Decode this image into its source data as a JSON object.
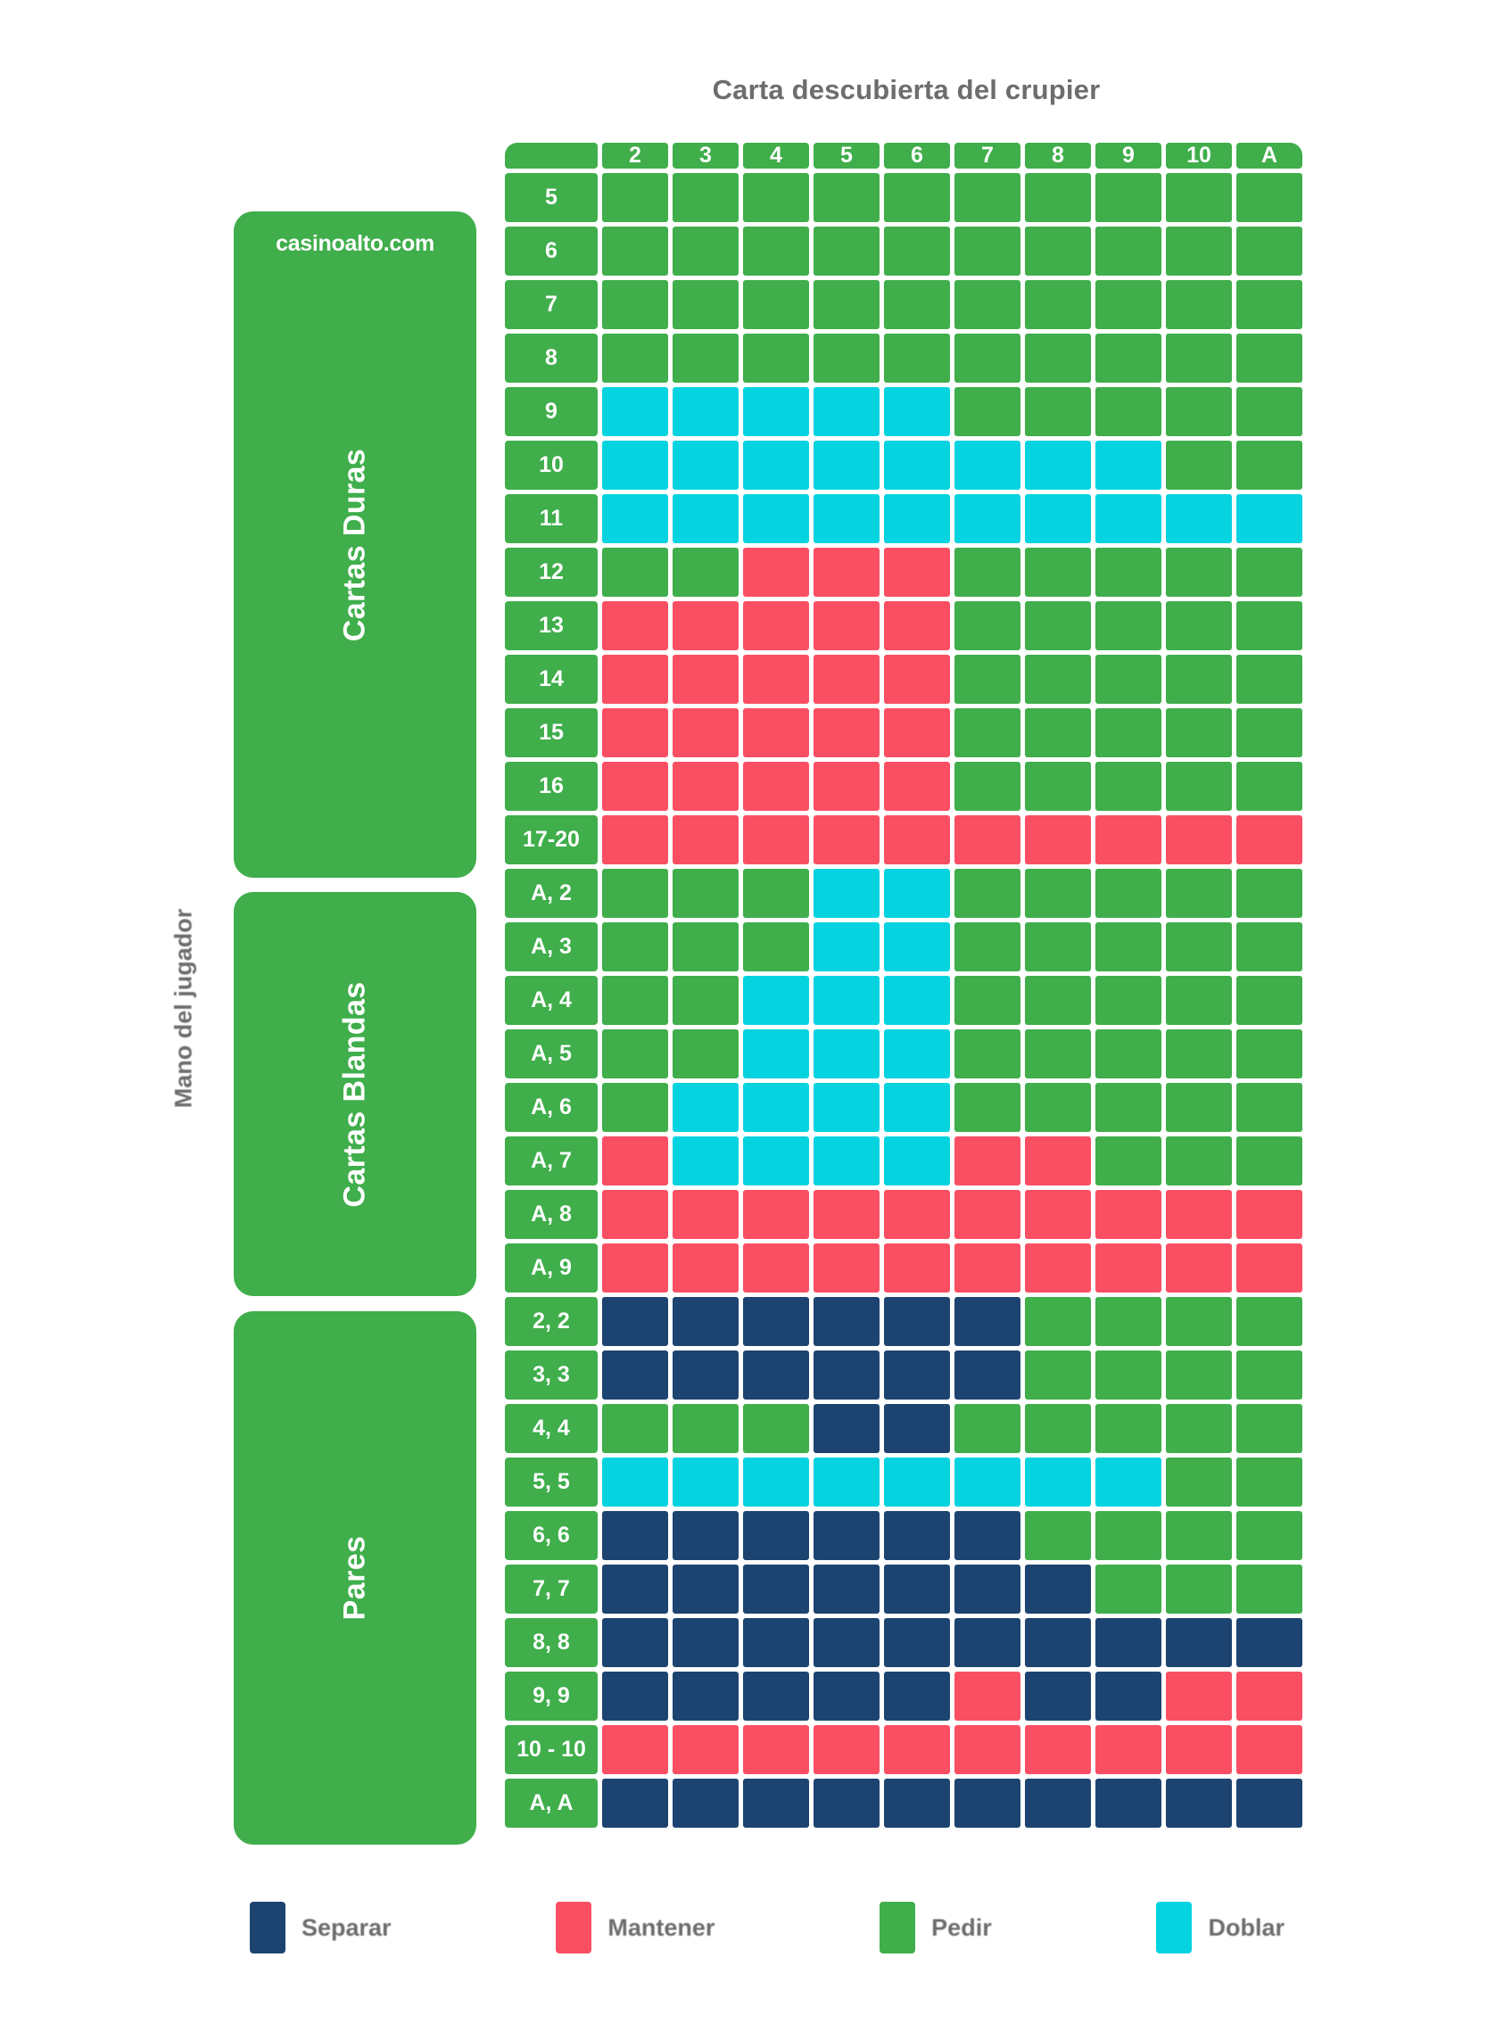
{
  "title": "Carta descubierta del crupier",
  "player_hand_axis_label": "Mano del jugador",
  "brand": "casinoalto.com",
  "colors": {
    "hit": "#3fae4b",
    "stand": "#fa4f63",
    "double": "#06d3e0",
    "split": "#1d4470",
    "panel_green": "#3fae4b",
    "text_gray": "#6d6d6d",
    "background": "#ffffff"
  },
  "categories": [
    {
      "id": "hard",
      "label": "Cartas Duras"
    },
    {
      "id": "soft",
      "label": "Cartas Blandas"
    },
    {
      "id": "pairs",
      "label": "Pares"
    }
  ],
  "dealer_upcards": [
    "2",
    "3",
    "4",
    "5",
    "6",
    "7",
    "8",
    "9",
    "10",
    "A"
  ],
  "legend": [
    {
      "key": "split",
      "label": "Separar",
      "color": "#1d4470"
    },
    {
      "key": "stand",
      "label": "Mantener",
      "color": "#fa4f63"
    },
    {
      "key": "hit",
      "label": "Pedir",
      "color": "#3fae4b"
    },
    {
      "key": "double",
      "label": "Doblar",
      "color": "#06d3e0"
    }
  ],
  "chart_data": {
    "type": "heatmap",
    "title": "Carta descubierta del crupier",
    "xlabel": "Carta descubierta del crupier",
    "ylabel": "Mano del jugador",
    "x_categories": [
      "2",
      "3",
      "4",
      "5",
      "6",
      "7",
      "8",
      "9",
      "10",
      "A"
    ],
    "value_legend": {
      "hit": "Pedir",
      "stand": "Mantener",
      "double": "Doblar",
      "split": "Separar"
    },
    "sections": [
      {
        "id": "hard",
        "label": "Cartas Duras",
        "rows": [
          {
            "label": "5",
            "values": [
              "hit",
              "hit",
              "hit",
              "hit",
              "hit",
              "hit",
              "hit",
              "hit",
              "hit",
              "hit"
            ]
          },
          {
            "label": "6",
            "values": [
              "hit",
              "hit",
              "hit",
              "hit",
              "hit",
              "hit",
              "hit",
              "hit",
              "hit",
              "hit"
            ]
          },
          {
            "label": "7",
            "values": [
              "hit",
              "hit",
              "hit",
              "hit",
              "hit",
              "hit",
              "hit",
              "hit",
              "hit",
              "hit"
            ]
          },
          {
            "label": "8",
            "values": [
              "hit",
              "hit",
              "hit",
              "hit",
              "hit",
              "hit",
              "hit",
              "hit",
              "hit",
              "hit"
            ]
          },
          {
            "label": "9",
            "values": [
              "double",
              "double",
              "double",
              "double",
              "double",
              "hit",
              "hit",
              "hit",
              "hit",
              "hit"
            ]
          },
          {
            "label": "10",
            "values": [
              "double",
              "double",
              "double",
              "double",
              "double",
              "double",
              "double",
              "double",
              "hit",
              "hit"
            ]
          },
          {
            "label": "11",
            "values": [
              "double",
              "double",
              "double",
              "double",
              "double",
              "double",
              "double",
              "double",
              "double",
              "double"
            ]
          },
          {
            "label": "12",
            "values": [
              "hit",
              "hit",
              "stand",
              "stand",
              "stand",
              "hit",
              "hit",
              "hit",
              "hit",
              "hit"
            ]
          },
          {
            "label": "13",
            "values": [
              "stand",
              "stand",
              "stand",
              "stand",
              "stand",
              "hit",
              "hit",
              "hit",
              "hit",
              "hit"
            ]
          },
          {
            "label": "14",
            "values": [
              "stand",
              "stand",
              "stand",
              "stand",
              "stand",
              "hit",
              "hit",
              "hit",
              "hit",
              "hit"
            ]
          },
          {
            "label": "15",
            "values": [
              "stand",
              "stand",
              "stand",
              "stand",
              "stand",
              "hit",
              "hit",
              "hit",
              "hit",
              "hit"
            ]
          },
          {
            "label": "16",
            "values": [
              "stand",
              "stand",
              "stand",
              "stand",
              "stand",
              "hit",
              "hit",
              "hit",
              "hit",
              "hit"
            ]
          },
          {
            "label": "17-20",
            "values": [
              "stand",
              "stand",
              "stand",
              "stand",
              "stand",
              "stand",
              "stand",
              "stand",
              "stand",
              "stand"
            ]
          }
        ]
      },
      {
        "id": "soft",
        "label": "Cartas Blandas",
        "rows": [
          {
            "label": "A, 2",
            "values": [
              "hit",
              "hit",
              "hit",
              "double",
              "double",
              "hit",
              "hit",
              "hit",
              "hit",
              "hit"
            ]
          },
          {
            "label": "A, 3",
            "values": [
              "hit",
              "hit",
              "hit",
              "double",
              "double",
              "hit",
              "hit",
              "hit",
              "hit",
              "hit"
            ]
          },
          {
            "label": "A, 4",
            "values": [
              "hit",
              "hit",
              "double",
              "double",
              "double",
              "hit",
              "hit",
              "hit",
              "hit",
              "hit"
            ]
          },
          {
            "label": "A, 5",
            "values": [
              "hit",
              "hit",
              "double",
              "double",
              "double",
              "hit",
              "hit",
              "hit",
              "hit",
              "hit"
            ]
          },
          {
            "label": "A, 6",
            "values": [
              "hit",
              "double",
              "double",
              "double",
              "double",
              "hit",
              "hit",
              "hit",
              "hit",
              "hit"
            ]
          },
          {
            "label": "A, 7",
            "values": [
              "stand",
              "double",
              "double",
              "double",
              "double",
              "stand",
              "stand",
              "hit",
              "hit",
              "hit"
            ]
          },
          {
            "label": "A, 8",
            "values": [
              "stand",
              "stand",
              "stand",
              "stand",
              "stand",
              "stand",
              "stand",
              "stand",
              "stand",
              "stand"
            ]
          },
          {
            "label": "A, 9",
            "values": [
              "stand",
              "stand",
              "stand",
              "stand",
              "stand",
              "stand",
              "stand",
              "stand",
              "stand",
              "stand"
            ]
          }
        ]
      },
      {
        "id": "pairs",
        "label": "Pares",
        "rows": [
          {
            "label": "2, 2",
            "values": [
              "split",
              "split",
              "split",
              "split",
              "split",
              "split",
              "hit",
              "hit",
              "hit",
              "hit"
            ]
          },
          {
            "label": "3, 3",
            "values": [
              "split",
              "split",
              "split",
              "split",
              "split",
              "split",
              "hit",
              "hit",
              "hit",
              "hit"
            ]
          },
          {
            "label": "4, 4",
            "values": [
              "hit",
              "hit",
              "hit",
              "split",
              "split",
              "hit",
              "hit",
              "hit",
              "hit",
              "hit"
            ]
          },
          {
            "label": "5, 5",
            "values": [
              "double",
              "double",
              "double",
              "double",
              "double",
              "double",
              "double",
              "double",
              "hit",
              "hit"
            ]
          },
          {
            "label": "6, 6",
            "values": [
              "split",
              "split",
              "split",
              "split",
              "split",
              "split",
              "hit",
              "hit",
              "hit",
              "hit"
            ]
          },
          {
            "label": "7, 7",
            "values": [
              "split",
              "split",
              "split",
              "split",
              "split",
              "split",
              "split",
              "hit",
              "hit",
              "hit"
            ]
          },
          {
            "label": "8, 8",
            "values": [
              "split",
              "split",
              "split",
              "split",
              "split",
              "split",
              "split",
              "split",
              "split",
              "split"
            ]
          },
          {
            "label": "9, 9",
            "values": [
              "split",
              "split",
              "split",
              "split",
              "split",
              "stand",
              "split",
              "split",
              "stand",
              "stand"
            ]
          },
          {
            "label": "10 - 10",
            "values": [
              "stand",
              "stand",
              "stand",
              "stand",
              "stand",
              "stand",
              "stand",
              "stand",
              "stand",
              "stand"
            ]
          },
          {
            "label": "A, A",
            "values": [
              "split",
              "split",
              "split",
              "split",
              "split",
              "split",
              "split",
              "split",
              "split",
              "split"
            ]
          }
        ]
      }
    ]
  }
}
